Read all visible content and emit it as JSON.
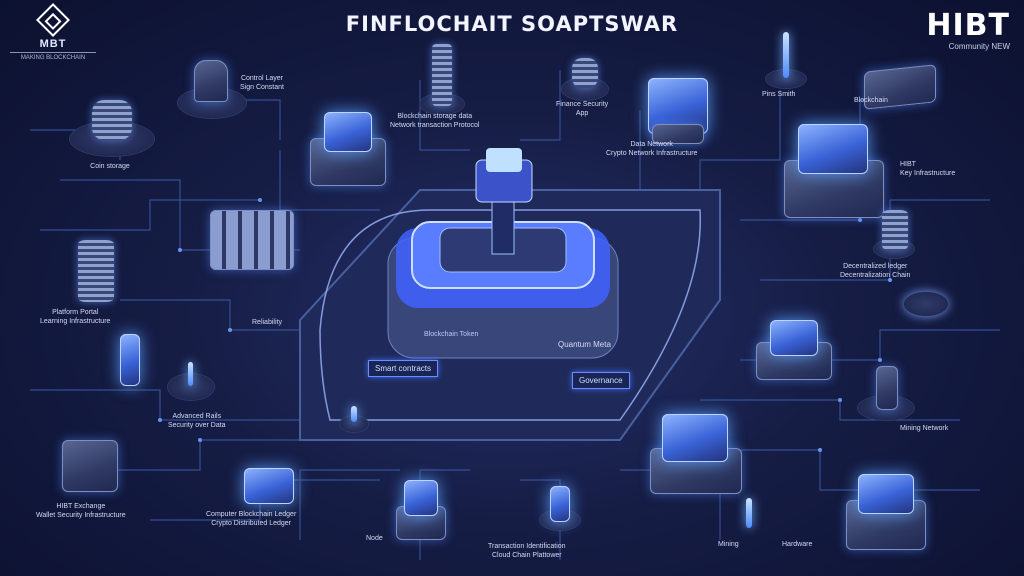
{
  "header": {
    "title": "FINFLOCHAIT SOAPTSWAR",
    "logo_left": {
      "mark": "MBT",
      "subtitle": "MAKING BLOCKCHAIN"
    },
    "logo_right": {
      "mark": "HIBT",
      "subtitle": "Community NEW"
    }
  },
  "platform": {
    "center_label": "Blockchain Token",
    "panel_left": "Smart contracts",
    "panel_right": "Governance",
    "panel_top_right": "Quantum Meta"
  },
  "nodes": {
    "n1": "Coin storage",
    "n2": "Control Layer\nSign Constant",
    "n3": "Blockchain storage data\nNetwork transaction Protocol",
    "n4": "Finance Security\nApp",
    "n5": "Pins Smith",
    "n6": "Blockchain",
    "n7": "Data Network\nCrypto Network Infrastructure",
    "n8": "HIBT\nKey Infrastructure",
    "n9": "Decentralized ledger\nDecentralization Chain",
    "n10": "Platform Portal\nLearning Infrastructure",
    "n11": "Reliability",
    "n12": "Advanced Rails\nSecurity over Data",
    "n13": "Mining Network",
    "n14": "HIBT Exchange\nWallet Security Infrastructure",
    "n15": "Computer Blockchain Ledger\nCrypto Distributed Ledger",
    "n16": "Transaction Identification\nCloud Chain Plattower",
    "n17": "Node",
    "n18": "Mining",
    "n19": "Hardware"
  },
  "colors": {
    "accent": "#4f8bff",
    "background": "#161d45"
  }
}
